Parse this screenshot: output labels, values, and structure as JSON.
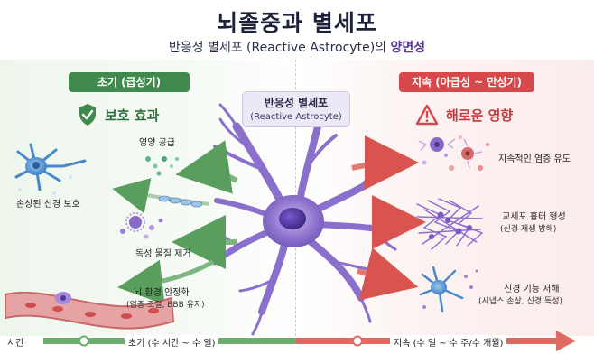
{
  "header": {
    "title": "뇌졸중과 별세포",
    "subtitle_main": "반응성 별세포 (Reactive Astrocyte)의 ",
    "subtitle_highlight": "양면성"
  },
  "center_box": {
    "line1": "반응성 별세포",
    "line2": "(Reactive Astrocyte)"
  },
  "left_panel": {
    "badge": "초기 (급성기)",
    "title": "보호 효과",
    "title_icon": "shield-check-icon",
    "items": [
      {
        "label": "영양 공급"
      },
      {
        "label": "손상된 신경 보호"
      },
      {
        "label": "독성 물질 제거"
      },
      {
        "label": "뇌 환경 안정화",
        "sub": "(염증 조절, BBB 유지)"
      }
    ],
    "color": "#3f8a4c"
  },
  "right_panel": {
    "badge": "지속 (아급성 ~ 만성기)",
    "title": "해로운 영향",
    "title_icon": "warning-triangle-icon",
    "items": [
      {
        "label": "지속적인 염증 유도"
      },
      {
        "label": "교세포 흉터 형성",
        "sub": "(신경 재생 방해)"
      },
      {
        "label": "신경 기능 저해",
        "sub": "(시냅스 손상, 신경 독성)"
      }
    ],
    "color": "#d6484a"
  },
  "timeline": {
    "axis_label": "시간",
    "early_label": "초기 (수 시간 ~ 수 일)",
    "late_label": "지속 (수 일 ~ 수 주/수 개월)"
  }
}
